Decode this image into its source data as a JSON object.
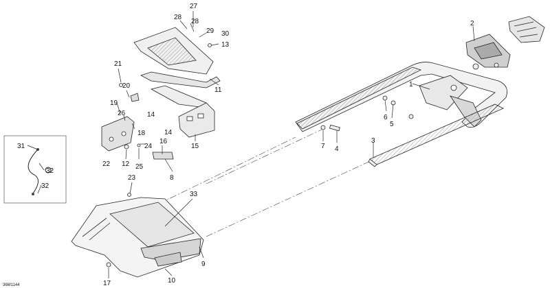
{
  "diagram": {
    "reference_code": "36M1144",
    "callouts": [
      {
        "id": "c1",
        "text": "1"
      },
      {
        "id": "c2",
        "text": "2"
      },
      {
        "id": "c3",
        "text": "3"
      },
      {
        "id": "c4",
        "text": "4"
      },
      {
        "id": "c5",
        "text": "5"
      },
      {
        "id": "c6",
        "text": "6"
      },
      {
        "id": "c7",
        "text": "7"
      },
      {
        "id": "c8",
        "text": "8"
      },
      {
        "id": "c9",
        "text": "9"
      },
      {
        "id": "c10",
        "text": "10"
      },
      {
        "id": "c11",
        "text": "11"
      },
      {
        "id": "c12",
        "text": "12"
      },
      {
        "id": "c13",
        "text": "13"
      },
      {
        "id": "c14a",
        "text": "14"
      },
      {
        "id": "c14b",
        "text": "14"
      },
      {
        "id": "c15",
        "text": "15"
      },
      {
        "id": "c16",
        "text": "16"
      },
      {
        "id": "c17",
        "text": "17"
      },
      {
        "id": "c18",
        "text": "18"
      },
      {
        "id": "c19",
        "text": "19"
      },
      {
        "id": "c20",
        "text": "20"
      },
      {
        "id": "c21",
        "text": "21"
      },
      {
        "id": "c22",
        "text": "22"
      },
      {
        "id": "c23",
        "text": "23"
      },
      {
        "id": "c24",
        "text": "24"
      },
      {
        "id": "c25",
        "text": "25"
      },
      {
        "id": "c26",
        "text": "26"
      },
      {
        "id": "c27",
        "text": "27"
      },
      {
        "id": "c28a",
        "text": "28"
      },
      {
        "id": "c28b",
        "text": "28"
      },
      {
        "id": "c29",
        "text": "29"
      },
      {
        "id": "c30",
        "text": "30"
      },
      {
        "id": "c31",
        "text": "31"
      },
      {
        "id": "c32a",
        "text": "32"
      },
      {
        "id": "c32b",
        "text": "32"
      },
      {
        "id": "c33",
        "text": "33"
      }
    ]
  }
}
